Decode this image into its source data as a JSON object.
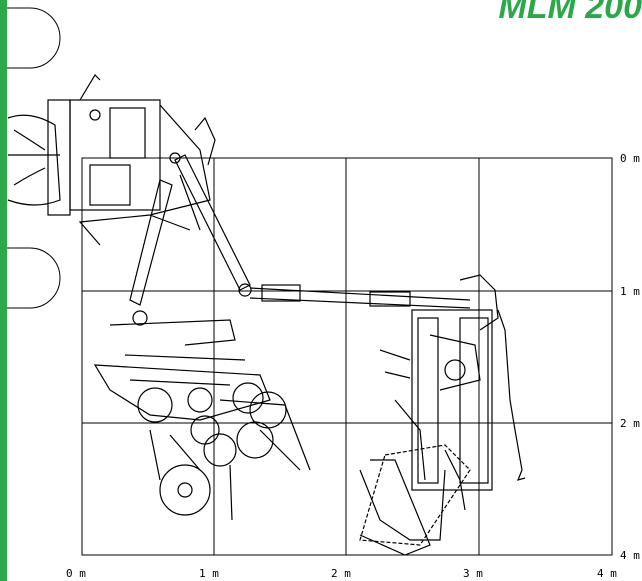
{
  "page": {
    "title": "MLM 200",
    "accent_color": "#2aa84a"
  },
  "grid": {
    "x_labels": [
      "0 m",
      "1 m",
      "2 m",
      "3 m",
      "4 m"
    ],
    "y_labels": [
      "0 m",
      "1 m",
      "2 m",
      "4 m"
    ]
  }
}
